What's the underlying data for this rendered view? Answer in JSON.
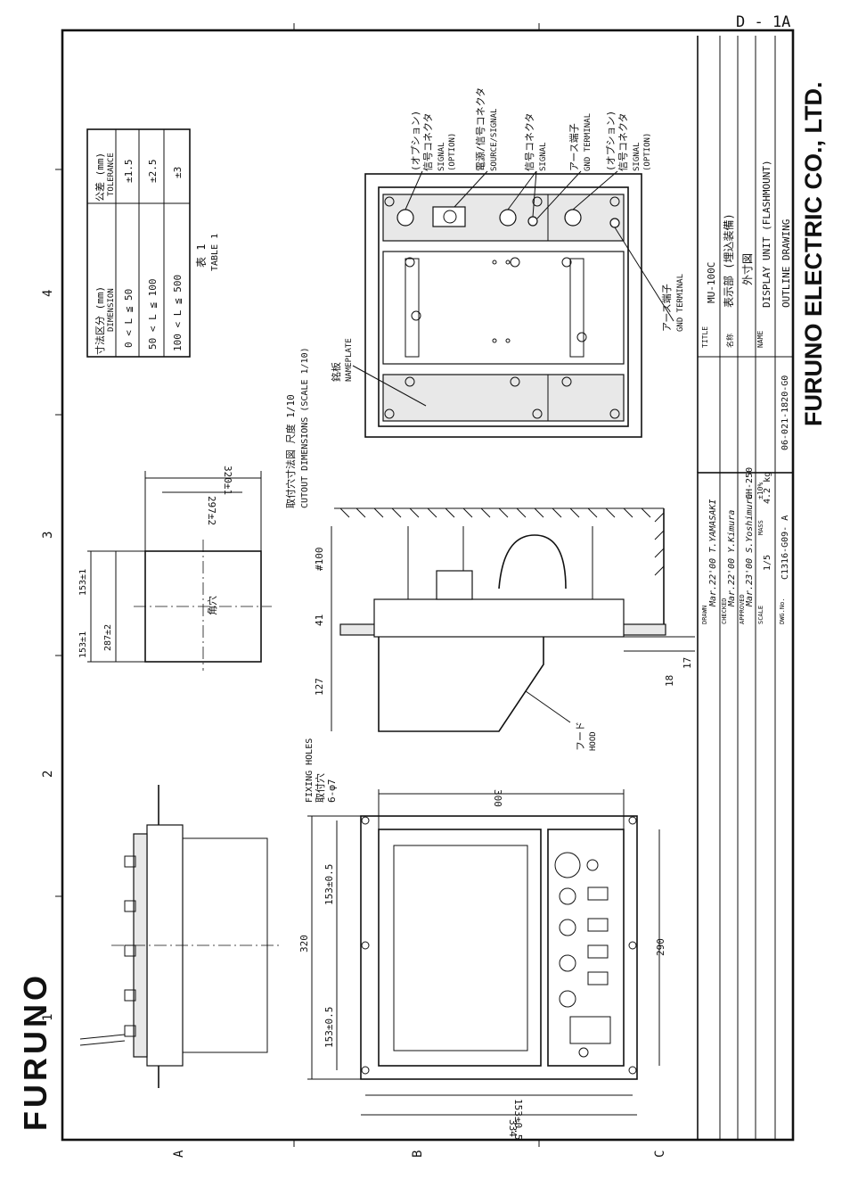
{
  "sheet_id": "D - 1A",
  "brand_logo": "FURUNO",
  "company": "FURUNO ELECTRIC CO., LTD.",
  "grid": {
    "columns": [
      "1",
      "2",
      "3",
      "4"
    ],
    "rows": [
      "A",
      "B",
      "C"
    ]
  },
  "tolerance_table": {
    "header_dim_jp": "寸法区分 (mm)",
    "header_dim_en": "DIMENSION",
    "header_tol_jp": "公差 (mm)",
    "header_tol_en": "TOLERANCE",
    "rows": [
      {
        "range": "0 < L ≦ 50",
        "tol": "±1.5"
      },
      {
        "range": "50 < L ≦ 100",
        "tol": "±2.5"
      },
      {
        "range": "100 < L ≦ 500",
        "tol": "±3"
      }
    ],
    "caption_jp": "表 1",
    "caption_en": "TABLE 1"
  },
  "cutout": {
    "label_jp": "取付穴寸法図 尺度 1/10",
    "label_en": "CUTOUT DIMENSIONS (SCALE 1/10)",
    "hole_jp": "角穴",
    "dim_width_outer": "320±1",
    "dim_width_inner": "297±2",
    "dim_height_outer": "153±1",
    "dim_height_inner": "153±1",
    "dim_height_total": "287±2"
  },
  "labels": {
    "signal_opt1_jp": "(オプション)",
    "signal_opt1_jp2": "信号コネクタ",
    "signal_opt1_en": "SIGNAL",
    "signal_opt1_en2": "(OPTION)",
    "source_jp": "電源/信号コネクタ",
    "source_en": "SOURCE/SIGNAL",
    "signal_jp": "信号コネクタ",
    "signal_en": "SIGNAL",
    "gnd_jp": "アース端子",
    "gnd_en": "GND TERMINAL",
    "signal_opt2_jp": "(オプション)",
    "signal_opt2_jp2": "信号コネクタ",
    "signal_opt2_en": "SIGNAL",
    "signal_opt2_en2": "(OPTION)",
    "gnd2_jp": "アース端子",
    "gnd2_en": "GND TERMINAL",
    "nameplate_jp": "銘板",
    "nameplate_en": "NAMEPLATE",
    "hood_jp": "フード",
    "hood_en": "HOOD",
    "fixing_en": "FIXING HOLES",
    "fixing_jp": "取付穴",
    "fixing_spec": "6-φ7"
  },
  "dimensions": {
    "side_100": "#100",
    "side_41": "41",
    "side_127": "127",
    "side_18": "18",
    "side_17": "17",
    "front_300": "300",
    "front_320": "320",
    "front_153a": "153±0.5",
    "front_153b": "153±0.5",
    "front_290": "290",
    "front_153c": "153±0.5",
    "front_334": "334"
  },
  "title_block": {
    "drawn_label": "DRAWN",
    "drawn_sig": "Mar.22'00 T.YAMASAKI",
    "checked_label": "CHECKED",
    "checked_sig": "Mar.22'00 Y.Kimura",
    "approved_label": "APPROVED",
    "approved_sig": "Mar.23'00 S.Yoshimura",
    "scale_label": "SCALE",
    "scale": "1/5",
    "mass_label": "MASS",
    "mass": "4.2 kg",
    "mass_tol": "±10%",
    "model_ref": "CH-250",
    "dwg_label": "DWG.No.",
    "dwg_no": "C1316-G09- A",
    "ref_no": "06-021-1820-G0",
    "title_label": "TITLE",
    "title": "MU-100C",
    "name_jp_label": "名称",
    "name_jp": "表示部 (埋込装備)",
    "name_jp2": "外寸図",
    "name_label": "NAME",
    "name_en": "DISPLAY UNIT (FLASHMOUNT)",
    "name_en2": "OUTLINE DRAWING"
  }
}
